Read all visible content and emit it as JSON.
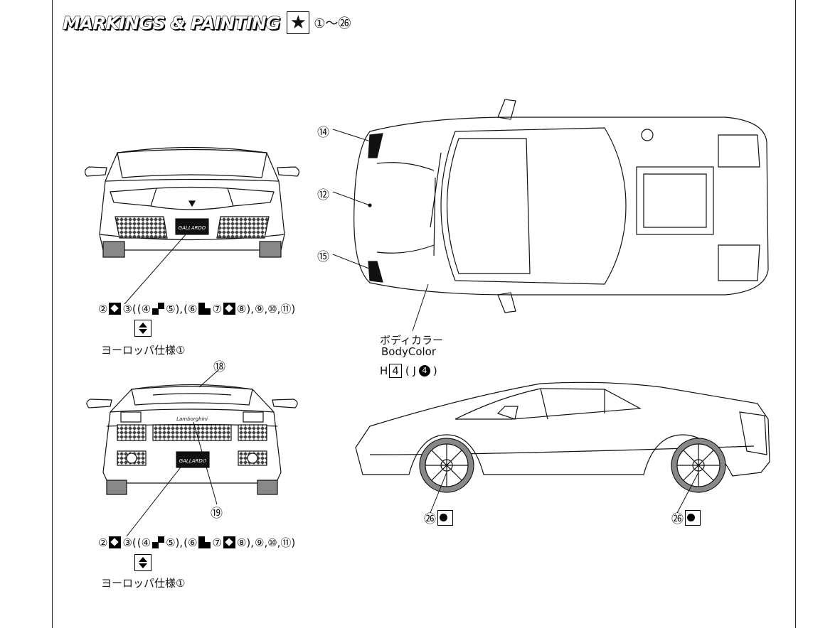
{
  "header": {
    "title": "MARKINGS & PAINTING",
    "star_icon": "star-icon",
    "range": "①～㉖"
  },
  "callouts": {
    "c14": "⑭",
    "c12": "⑫",
    "c15": "⑮",
    "c18": "⑱",
    "c19": "⑲",
    "c26a": "㉖",
    "c26b": "㉖"
  },
  "front_note": {
    "line1": [
      "②",
      "③(",
      "(④",
      "⑤),",
      "(⑥",
      "⑦",
      "⑧),",
      "⑨,⑩,⑪)"
    ],
    "europe": "ヨーロッパ仕様①"
  },
  "rear_note": {
    "line1": [
      "②",
      "③(",
      "(④",
      "⑤),",
      "(⑥",
      "⑦",
      "⑧),",
      "⑨,⑩,⑪)"
    ],
    "europe": "ヨーロッパ仕様①"
  },
  "body_color": {
    "jp": "ボディカラー",
    "en": "BodyColor",
    "code_prefix": "H",
    "code_box": "4",
    "alt": "( J",
    "alt_num": "4",
    "alt_close": ")"
  },
  "plate_text": "GALLARDO",
  "rear_script": "Lamborghini"
}
